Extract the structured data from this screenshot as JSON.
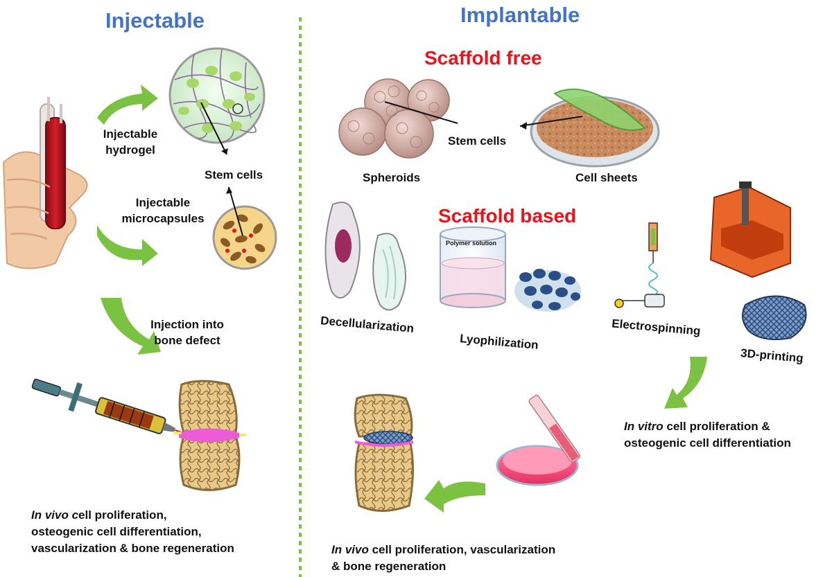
{
  "headers": {
    "injectable": "Injectable",
    "implantable": "Implantable"
  },
  "implantable": {
    "scaffold_free": "Scaffold free",
    "scaffold_based": "Scaffold based",
    "stem_cells": "Stem cells",
    "spheroids": "Spheroids",
    "cell_sheets": "Cell sheets",
    "decellularization": "Decellularization",
    "lyophilization": "Lyophilization",
    "polymer_solution": "Polymer solution",
    "electrospinning": "Electrospinning",
    "printing_3d": "3D-printing",
    "in_vitro_italic": "In vitro",
    "in_vitro_line1_rest": " cell proliferation &",
    "in_vitro_line2": "osteogenic cell differentiation",
    "in_vivo_italic": "In vivo",
    "in_vivo_line1_rest": " cell proliferation, vascularization",
    "in_vivo_line2": "& bone regeneration"
  },
  "injectable": {
    "hydrogel_line1": "Injectable",
    "hydrogel_line2": "hydrogel",
    "stem_cells": "Stem cells",
    "microcapsules_line1": "Injectable",
    "microcapsules_line2": "microcapsules",
    "injection_line1": "Injection into",
    "injection_line2": "bone defect",
    "in_vivo_italic": "In vivo c",
    "in_vivo_line1_rest": "ell proliferation,",
    "in_vivo_line2": "osteogenic cell differentiation,",
    "in_vivo_line3": "vascularization  & bone regeneration"
  },
  "colors": {
    "header_blue": "#4472c4",
    "label_red": "#e8141b",
    "arrow_green": "#7cc242",
    "divider_green": "#7cc242"
  }
}
